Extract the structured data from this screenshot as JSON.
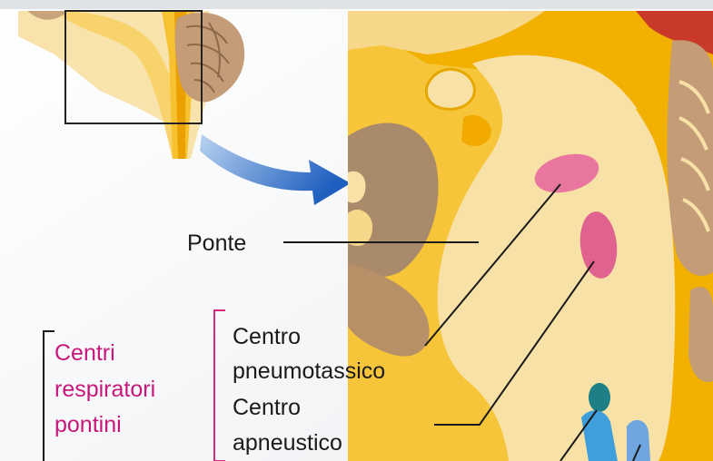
{
  "labels": {
    "ponte": "Ponte",
    "centro_pneumotassico_line1": "Centro",
    "centro_pneumotassico_line2": "pneumotassico",
    "centro_apneustico_line1": "Centro",
    "centro_apneustico_line2": "apneustico",
    "centri_line1": "Centri",
    "centri_line2": "respiratori",
    "centri_line3": "pontini"
  },
  "colors": {
    "label_text": "#1a1a1a",
    "group_label": "#c8177a",
    "pneumotaxic_center": "#e8769e",
    "apneustic_center": "#e0628f",
    "arrow": "#2f6fc6",
    "tissue_cream": "#f8e1a6",
    "tissue_yellow": "#f5b400",
    "tissue_brown": "#b89068",
    "lower_nucleus_teal": "#1f7f86",
    "lower_nucleus_blue": "#3f9edc"
  },
  "icons": [
    "curved-arrow-icon"
  ]
}
